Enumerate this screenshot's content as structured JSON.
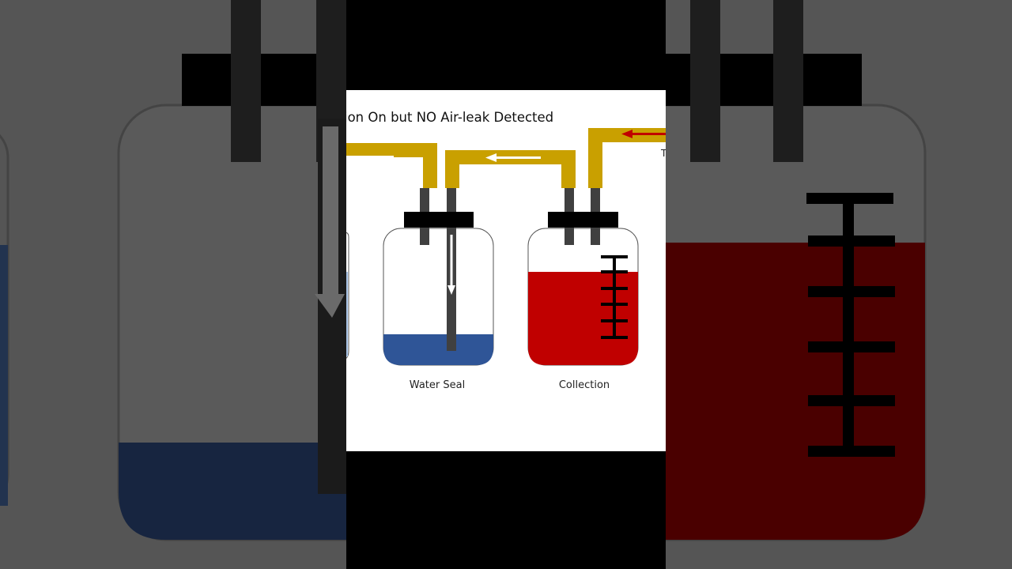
{
  "slide": {
    "title": "ion On but NO Air-leak Detected",
    "edge_letter": "T",
    "jars": [
      {
        "label": "Water Seal"
      },
      {
        "label": "Collection"
      }
    ]
  },
  "colors": {
    "tube": "#c9a000",
    "water": "#2f5597",
    "fluid": "#c00000",
    "cap": "#000000",
    "rod": "#404040",
    "flow_arrow_left": "#ffffff",
    "flow_arrow_in": "#c00000"
  }
}
